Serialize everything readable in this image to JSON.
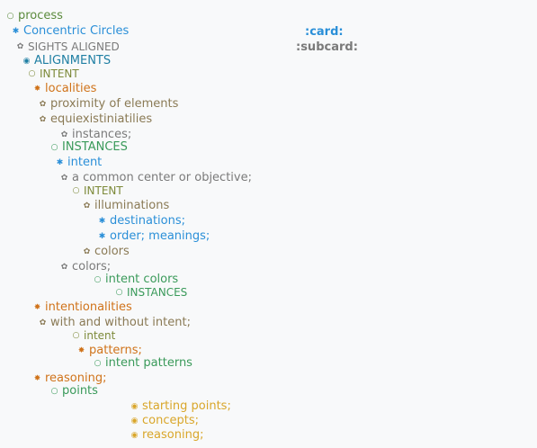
{
  "colors": {
    "green": "#5b8a3c",
    "blue": "#2a8fd8",
    "gray": "#7a7a7a",
    "teal": "#1f7fa3",
    "olive": "#7d8a3a",
    "orange": "#d0731a",
    "brown": "#8a7a55",
    "sea": "#3a9a5a",
    "yellow": "#d9a62a"
  },
  "tags": {
    "card": ":card:",
    "subcard": ":subcard:"
  },
  "outline": [
    {
      "label": "process",
      "bullet": "○",
      "icon": "circle-outline-icon",
      "color": "green"
    },
    {
      "label": "Concentric Circles",
      "bullet": "✱",
      "icon": "asterisk-icon",
      "color": "blue"
    },
    {
      "label": "SIGHTS ALIGNED",
      "bullet": "✿",
      "icon": "flower-icon",
      "color": "gray"
    },
    {
      "label": "ALIGNMENTS",
      "bullet": "◉",
      "icon": "target-circle-icon",
      "color": "teal"
    },
    {
      "label": "INTENT",
      "bullet": "○",
      "icon": "circle-outline-icon",
      "color": "olive"
    },
    {
      "label": "localities",
      "bullet": "✸",
      "icon": "star-burst-icon",
      "color": "orange"
    },
    {
      "label": "proximity of elements",
      "bullet": "✿",
      "icon": "flower-icon",
      "color": "brown"
    },
    {
      "label": "equiexistiniatilies",
      "bullet": "✿",
      "icon": "flower-icon",
      "color": "brown"
    },
    {
      "label": "instances;",
      "bullet": "✿",
      "icon": "flower-icon",
      "color": "gray"
    },
    {
      "label": "INSTANCES",
      "bullet": "○",
      "icon": "circle-outline-icon",
      "color": "sea"
    },
    {
      "label": "intent",
      "bullet": "✱",
      "icon": "asterisk-icon",
      "color": "blue"
    },
    {
      "label": "a common center or objective;",
      "bullet": "✿",
      "icon": "flower-icon",
      "color": "gray"
    },
    {
      "label": "INTENT",
      "bullet": "○",
      "icon": "circle-outline-icon",
      "color": "olive"
    },
    {
      "label": "illuminations",
      "bullet": "✿",
      "icon": "flower-icon",
      "color": "brown"
    },
    {
      "label": "destinations;",
      "bullet": "✱",
      "icon": "asterisk-icon",
      "color": "blue"
    },
    {
      "label": "order; meanings;",
      "bullet": "✱",
      "icon": "asterisk-icon",
      "color": "blue"
    },
    {
      "label": "colors",
      "bullet": "✿",
      "icon": "flower-icon",
      "color": "brown"
    },
    {
      "label": "colors;",
      "bullet": "✿",
      "icon": "flower-icon",
      "color": "gray"
    },
    {
      "label": "intent colors",
      "bullet": "○",
      "icon": "circle-outline-icon",
      "color": "sea"
    },
    {
      "label": "INSTANCES",
      "bullet": "○",
      "icon": "circle-outline-icon",
      "color": "sea"
    },
    {
      "label": "intentionalities",
      "bullet": "✸",
      "icon": "star-burst-icon",
      "color": "orange"
    },
    {
      "label": "with and without intent;",
      "bullet": "✿",
      "icon": "flower-icon",
      "color": "brown"
    },
    {
      "label": "intent",
      "bullet": "○",
      "icon": "circle-outline-icon",
      "color": "olive"
    },
    {
      "label": "patterns;",
      "bullet": "✸",
      "icon": "star-burst-icon",
      "color": "orange"
    },
    {
      "label": "intent patterns",
      "bullet": "○",
      "icon": "circle-outline-icon",
      "color": "sea"
    },
    {
      "label": "reasoning;",
      "bullet": "✸",
      "icon": "star-burst-icon",
      "color": "orange"
    },
    {
      "label": "points",
      "bullet": "○",
      "icon": "circle-outline-icon",
      "color": "sea"
    },
    {
      "label": "starting points;",
      "bullet": "◉",
      "icon": "target-circle-icon",
      "color": "yellow"
    },
    {
      "label": "concepts;",
      "bullet": "◉",
      "icon": "target-circle-icon",
      "color": "yellow"
    },
    {
      "label": "reasoning;",
      "bullet": "◉",
      "icon": "target-circle-icon",
      "color": "yellow"
    }
  ]
}
